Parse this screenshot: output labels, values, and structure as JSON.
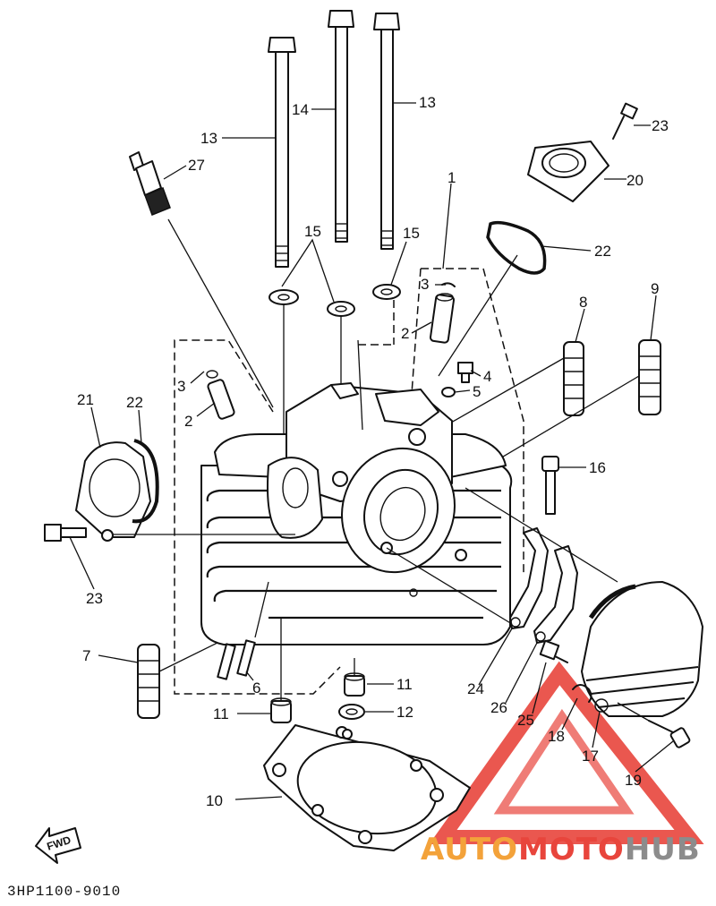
{
  "diagram": {
    "part_code": "3HP1100-9010",
    "fwd_label": "FWD",
    "watermark": {
      "text_part1": "AUTO",
      "text_part2": "MOTO",
      "text_part3": "HUB",
      "color_orange": "#f3a23a",
      "color_red": "#e8453c",
      "color_gray": "#8c8c8c"
    },
    "callouts": [
      {
        "id": "c13a",
        "text": "13"
      },
      {
        "id": "c14",
        "text": "14"
      },
      {
        "id": "c13b",
        "text": "13"
      },
      {
        "id": "c23a",
        "text": "23"
      },
      {
        "id": "c27",
        "text": "27"
      },
      {
        "id": "c20",
        "text": "20"
      },
      {
        "id": "c1",
        "text": "1"
      },
      {
        "id": "c22a",
        "text": "22"
      },
      {
        "id": "c15a",
        "text": "15"
      },
      {
        "id": "c15b",
        "text": "15"
      },
      {
        "id": "c3a",
        "text": "3"
      },
      {
        "id": "c2a",
        "text": "2"
      },
      {
        "id": "c8",
        "text": "8"
      },
      {
        "id": "c9",
        "text": "9"
      },
      {
        "id": "c4",
        "text": "4"
      },
      {
        "id": "c5",
        "text": "5"
      },
      {
        "id": "c3b",
        "text": "3"
      },
      {
        "id": "c2b",
        "text": "2"
      },
      {
        "id": "c21",
        "text": "21"
      },
      {
        "id": "c22b",
        "text": "22"
      },
      {
        "id": "c16",
        "text": "16"
      },
      {
        "id": "c23b",
        "text": "23"
      },
      {
        "id": "c7",
        "text": "7"
      },
      {
        "id": "c6",
        "text": "6"
      },
      {
        "id": "c11a",
        "text": "11"
      },
      {
        "id": "c11b",
        "text": "11"
      },
      {
        "id": "c12",
        "text": "12"
      },
      {
        "id": "c24",
        "text": "24"
      },
      {
        "id": "c26",
        "text": "26"
      },
      {
        "id": "c25",
        "text": "25"
      },
      {
        "id": "c18",
        "text": "18"
      },
      {
        "id": "c17",
        "text": "17"
      },
      {
        "id": "c19",
        "text": "19"
      },
      {
        "id": "c10",
        "text": "10"
      }
    ]
  }
}
